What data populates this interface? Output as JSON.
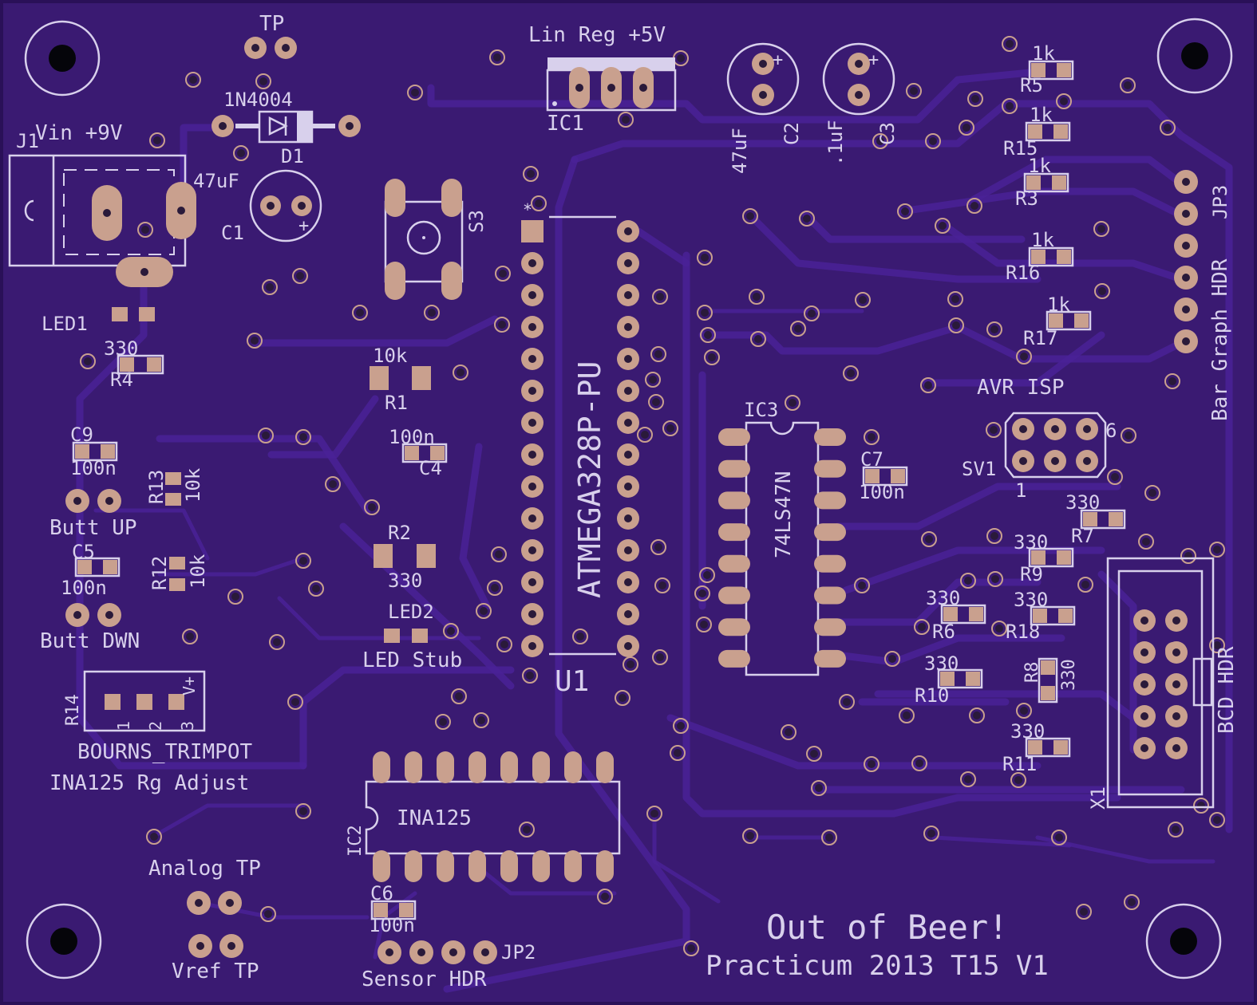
{
  "board": {
    "background": "#3a1a72",
    "silkscreen_color": "#d8d0ec",
    "pad_color": "#c9a08e",
    "title": "Out of Beer!",
    "subtitle": "Practicum 2013 T15 V1"
  },
  "labels": {
    "tp": "TP",
    "lin_reg": "Lin Reg +5V",
    "ic1": "IC1",
    "diode_value": "1N4004",
    "diode_ref": "D1",
    "j1": "J1",
    "vin": "Vin +9V",
    "c1_value": "47uF",
    "c1_ref": "C1",
    "c2_value": "47uF",
    "c2_ref": "C2",
    "c3_value": ".1uF",
    "c3_ref": "C3",
    "s3": "S3",
    "led1": "LED1",
    "r4_value": "330",
    "r4_ref": "R4",
    "r1_value": "10k",
    "r1_ref": "R1",
    "c4_value": "100n",
    "c4_ref": "C4",
    "c9_ref": "C9",
    "c9_value": "100n",
    "r13_ref": "R13",
    "r13_value": "10k",
    "butt_up": "Butt UP",
    "c5_ref": "C5",
    "c5_value": "100n",
    "r12_ref": "R12",
    "r12_value": "10k",
    "butt_dwn": "Butt DWN",
    "r2_ref": "R2",
    "r2_value": "330",
    "led2": "LED2",
    "led_stub": "LED Stub",
    "u1_part": "ATMEGA328P-PU",
    "u1_ref": "U1",
    "ic3_ref": "IC3",
    "ic3_part": "74LS47N",
    "c7_ref": "C7",
    "c7_value": "100n",
    "avr_isp": "AVR ISP",
    "sv1": "SV1",
    "sv1_pin6": "6",
    "sv1_pin1": "1",
    "r5_value": "1k",
    "r5_ref": "R5",
    "r15_value": "1k",
    "r15_ref": "R15",
    "r3_value": "1k",
    "r3_ref": "R3",
    "r16_value": "1k",
    "r16_ref": "R16",
    "r17_value": "1k",
    "r17_ref": "R17",
    "jp3": "JP3",
    "bar_graph": "Bar Graph HDR",
    "r7_value": "330",
    "r7_ref": "R7",
    "r9_value": "330",
    "r9_ref": "R9",
    "r6_value": "330",
    "r6_ref": "R6",
    "r18_value": "330",
    "r18_ref": "R18",
    "r8_ref": "R8",
    "r8_value": "330",
    "r10_value": "330",
    "r10_ref": "R10",
    "r11_value": "330",
    "r11_ref": "R11",
    "x1": "X1",
    "bcd_hdr": "BCD HDR",
    "r14_ref": "R14",
    "trim_pin1": "1",
    "trim_pin2": "2",
    "trim_pin3": "3",
    "trim_vplus": "V+",
    "bourns": "BOURNS_TRIMPOT",
    "ina_rg": "INA125 Rg Adjust",
    "ic2_ref": "IC2",
    "ic2_part": "INA125",
    "analog_tp": "Analog TP",
    "vref_tp": "Vref TP",
    "c6_ref": "C6",
    "c6_value": "100n",
    "jp2": "JP2",
    "sensor_hdr": "Sensor HDR",
    "plus": "+"
  },
  "icons": {
    "mount_holes": "mounting-hole-icon",
    "via": "via-icon",
    "pushbutton": "tact-switch-icon"
  }
}
